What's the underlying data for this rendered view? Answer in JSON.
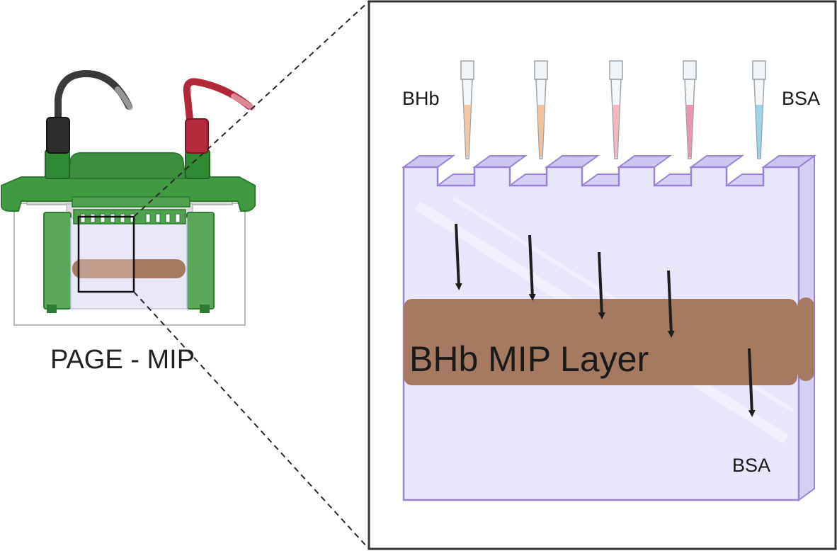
{
  "caption": "PAGE - MIP",
  "labels": {
    "left_sample": "BHb",
    "right_sample": "BSA",
    "layer": "BHb MIP Layer",
    "bottom_sample": "BSA"
  },
  "pipettes": [
    {
      "liquid": "#f2c7a6"
    },
    {
      "liquid": "#f1c29c"
    },
    {
      "liquid": "#f0b8bf"
    },
    {
      "liquid": "#e895b6"
    },
    {
      "liquid": "#9fd2e6"
    }
  ],
  "colors": {
    "tank_green": "#3f9a40",
    "tank_green_dark": "#2d7a30",
    "lead_black": "#3a3a3a",
    "lead_red": "#b0283a",
    "gel_fill": "#e7e6fb",
    "gel_edge": "#9b82d6",
    "mip_brown": "#a57a63",
    "arrow": "#1e1e1e"
  },
  "icons": {
    "electrophoresis": "gel-electrophoresis-apparatus-icon",
    "pipette": "pipette-tip-icon"
  }
}
